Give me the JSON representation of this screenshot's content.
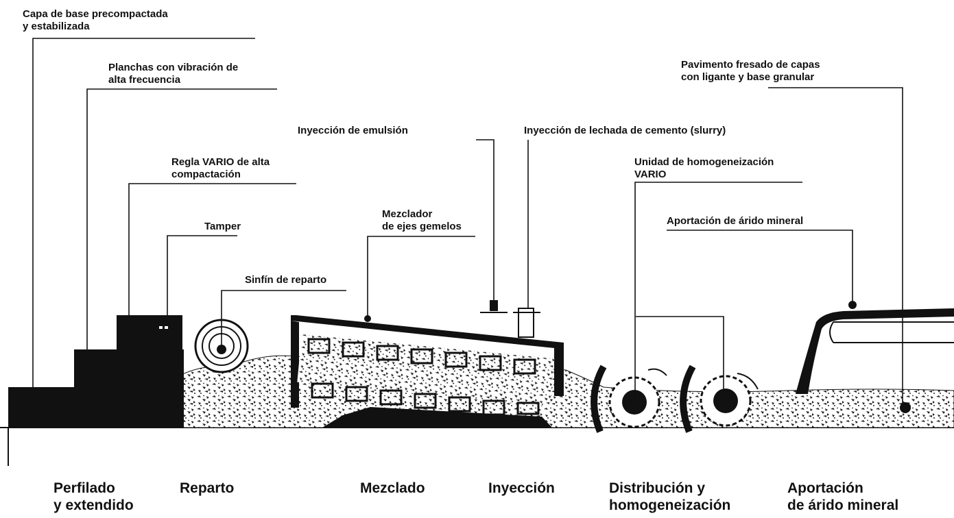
{
  "labels": {
    "base_layer": [
      "Capa de base precompactada",
      "y estabilizada"
    ],
    "vibration_plates": [
      "Planchas con vibración de",
      "alta frecuencia"
    ],
    "vario_screed": [
      "Regla VARIO de alta",
      "compactación"
    ],
    "tamper": "Tamper",
    "spreading_auger": "Sinfín de reparto",
    "twin_shaft_mixer": [
      "Mezclador",
      "de ejes gemelos"
    ],
    "emulsion_injection": "Inyección de emulsión",
    "cement_slurry_injection": "Inyección de lechada de cemento (slurry)",
    "vario_homogenizer": [
      "Unidad de homogeneización",
      "VARIO"
    ],
    "mineral_aggregate_supply": "Aportación de árido mineral",
    "milled_pavement": [
      "Pavimento fresado de capas",
      "con ligante y base granular"
    ]
  },
  "stages": [
    [
      "Perfilado",
      "y extendido"
    ],
    [
      "Reparto"
    ],
    [
      "Mezclado"
    ],
    [
      "Inyección"
    ],
    [
      "Distribución y",
      "homogeneización"
    ],
    [
      "Aportación",
      "de árido mineral"
    ]
  ]
}
